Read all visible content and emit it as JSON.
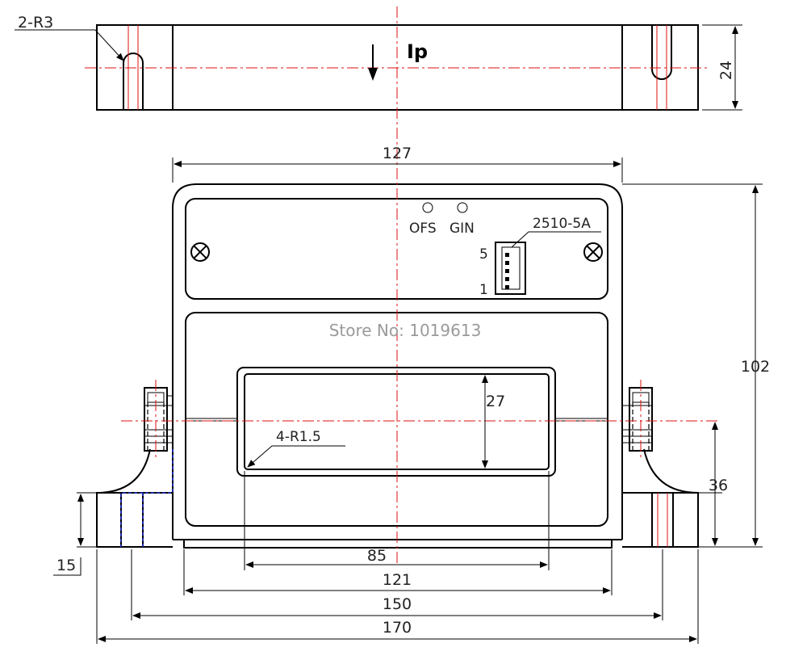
{
  "top_view": {
    "slot_radius_label": "2-R3",
    "current_label": "Ip",
    "height_dim": "24"
  },
  "front_view": {
    "width_127": "127",
    "height_102": "102",
    "window_height": "27",
    "corner_radius_label": "4-R1.5",
    "center_height": "36",
    "foot_height": "15",
    "window_width": "85",
    "base_width": "121",
    "mount_spacing": "150",
    "overall_width": "170"
  },
  "panel": {
    "ofs_label": "OFS",
    "gin_label": "GIN",
    "connector_label": "2510-5A",
    "pin_top": "5",
    "pin_bottom": "1"
  },
  "watermark": "Store No: 1019613"
}
